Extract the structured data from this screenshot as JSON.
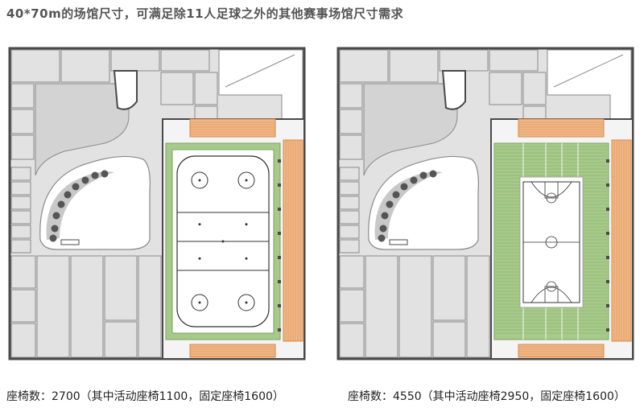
{
  "title": "40*70m的场馆尺寸，可满足除11人足球之外的其他赛事场馆尺寸需求",
  "plans": [
    {
      "id": "left",
      "mode": "ice-hockey",
      "caption": "座椅数：2700（其中活动座椅1100，固定座椅1600）"
    },
    {
      "id": "right",
      "mode": "basketball",
      "caption": "座椅数：4550（其中活动座椅2950，固定座椅1600）"
    }
  ],
  "colors": {
    "wall": "#4a4a4a",
    "room_fill": "#e2e2e2",
    "room_line": "#8a8a8a",
    "atrium": "#ffffff",
    "orange_seating": "#f0b887",
    "orange_line": "#d7884a",
    "green_seating": "#a7c98a",
    "green_dark": "#7aa55f",
    "court": "#ffffff"
  }
}
